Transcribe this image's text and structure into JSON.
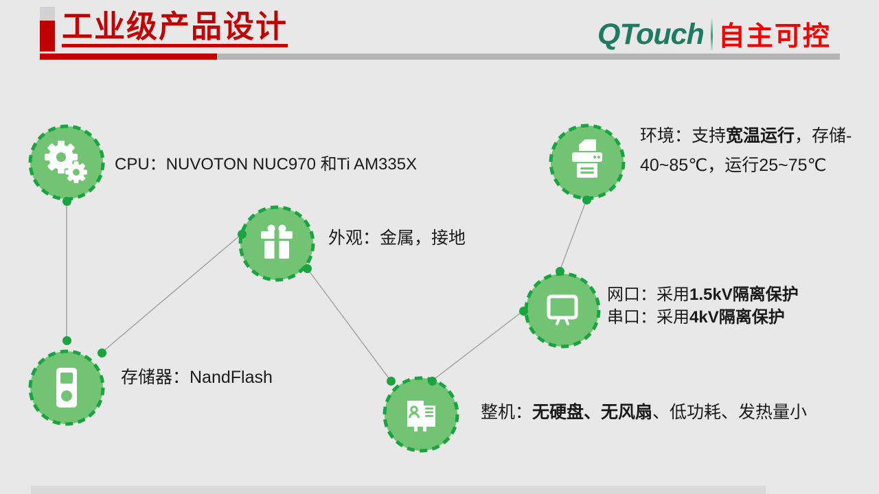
{
  "header": {
    "title": "工业级产品设计",
    "logo_brand": "QTouch",
    "logo_tagline": "自主可控"
  },
  "colors": {
    "accent_red": "#c00000",
    "brand_green": "#1c7b61",
    "tagline_red": "#f30000",
    "node_fill": "#72c474",
    "node_stroke": "#18a43e",
    "connector_gray": "#9a9a9a"
  },
  "nodes": [
    {
      "id": "cpu",
      "icon": "gears-icon",
      "lines": [
        [
          {
            "text": "CPU：NUVOTON NUC970 和Ti  AM335X",
            "bold": false
          }
        ]
      ]
    },
    {
      "id": "appearance",
      "icon": "gift-icon",
      "lines": [
        [
          {
            "text": "外观：金属，接地",
            "bold": false
          }
        ]
      ]
    },
    {
      "id": "storage",
      "icon": "media-player-icon",
      "lines": [
        [
          {
            "text": "存储器：NandFlash",
            "bold": false
          }
        ]
      ]
    },
    {
      "id": "environment",
      "icon": "printer-icon",
      "lines": [
        [
          {
            "text": "环境：支持",
            "bold": false
          },
          {
            "text": "宽温运行",
            "bold": true
          },
          {
            "text": "，存储-",
            "bold": false
          }
        ],
        [
          {
            "text": "40~85℃，运行25~75℃",
            "bold": false
          }
        ]
      ]
    },
    {
      "id": "ports",
      "icon": "monitor-icon",
      "lines": [
        [
          {
            "text": "网口：采用",
            "bold": false
          },
          {
            "text": "1.5kV隔离保护",
            "bold": true
          }
        ],
        [
          {
            "text": "串口：采用",
            "bold": false
          },
          {
            "text": "4kV隔离保护",
            "bold": true
          }
        ]
      ]
    },
    {
      "id": "machine",
      "icon": "id-card-icon",
      "lines": [
        [
          {
            "text": "整机：",
            "bold": false
          },
          {
            "text": "无硬盘、无风扇",
            "bold": true
          },
          {
            "text": "、低功耗、发热量小",
            "bold": false
          }
        ]
      ]
    }
  ]
}
